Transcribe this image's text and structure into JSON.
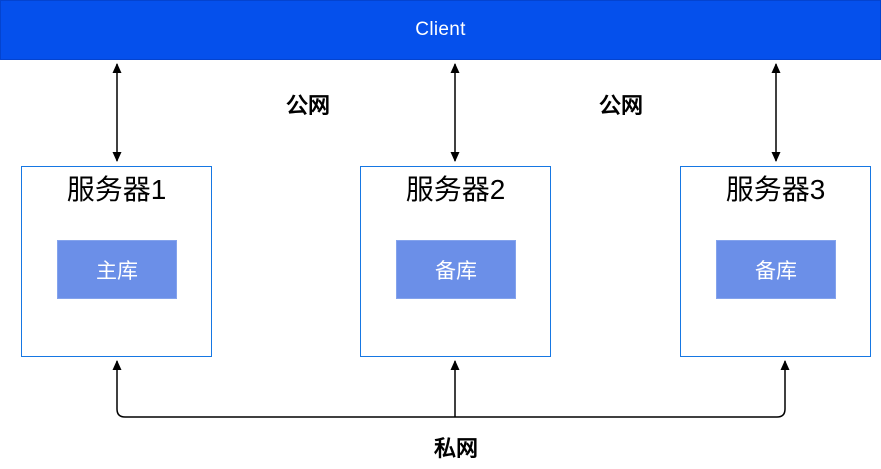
{
  "diagram": {
    "client": {
      "label": "Client"
    },
    "servers": [
      {
        "title": "服务器1",
        "db_label": "主库"
      },
      {
        "title": "服务器2",
        "db_label": "备库"
      },
      {
        "title": "服务器3",
        "db_label": "备库"
      }
    ],
    "network_labels": {
      "public_1": "公网",
      "public_2": "公网",
      "private": "私网"
    },
    "colors": {
      "background": "#ffffff",
      "client_bar": "#0550ec",
      "client_bar_border": "#0443cf",
      "client_text": "#ffffff",
      "server_border": "#1677e3",
      "server_title": "#000000",
      "db_fill": "#6b8fe8",
      "db_border": "#84a3ec",
      "db_text": "#ffffff",
      "arrow": "#000000",
      "label_text": "#000000"
    }
  }
}
